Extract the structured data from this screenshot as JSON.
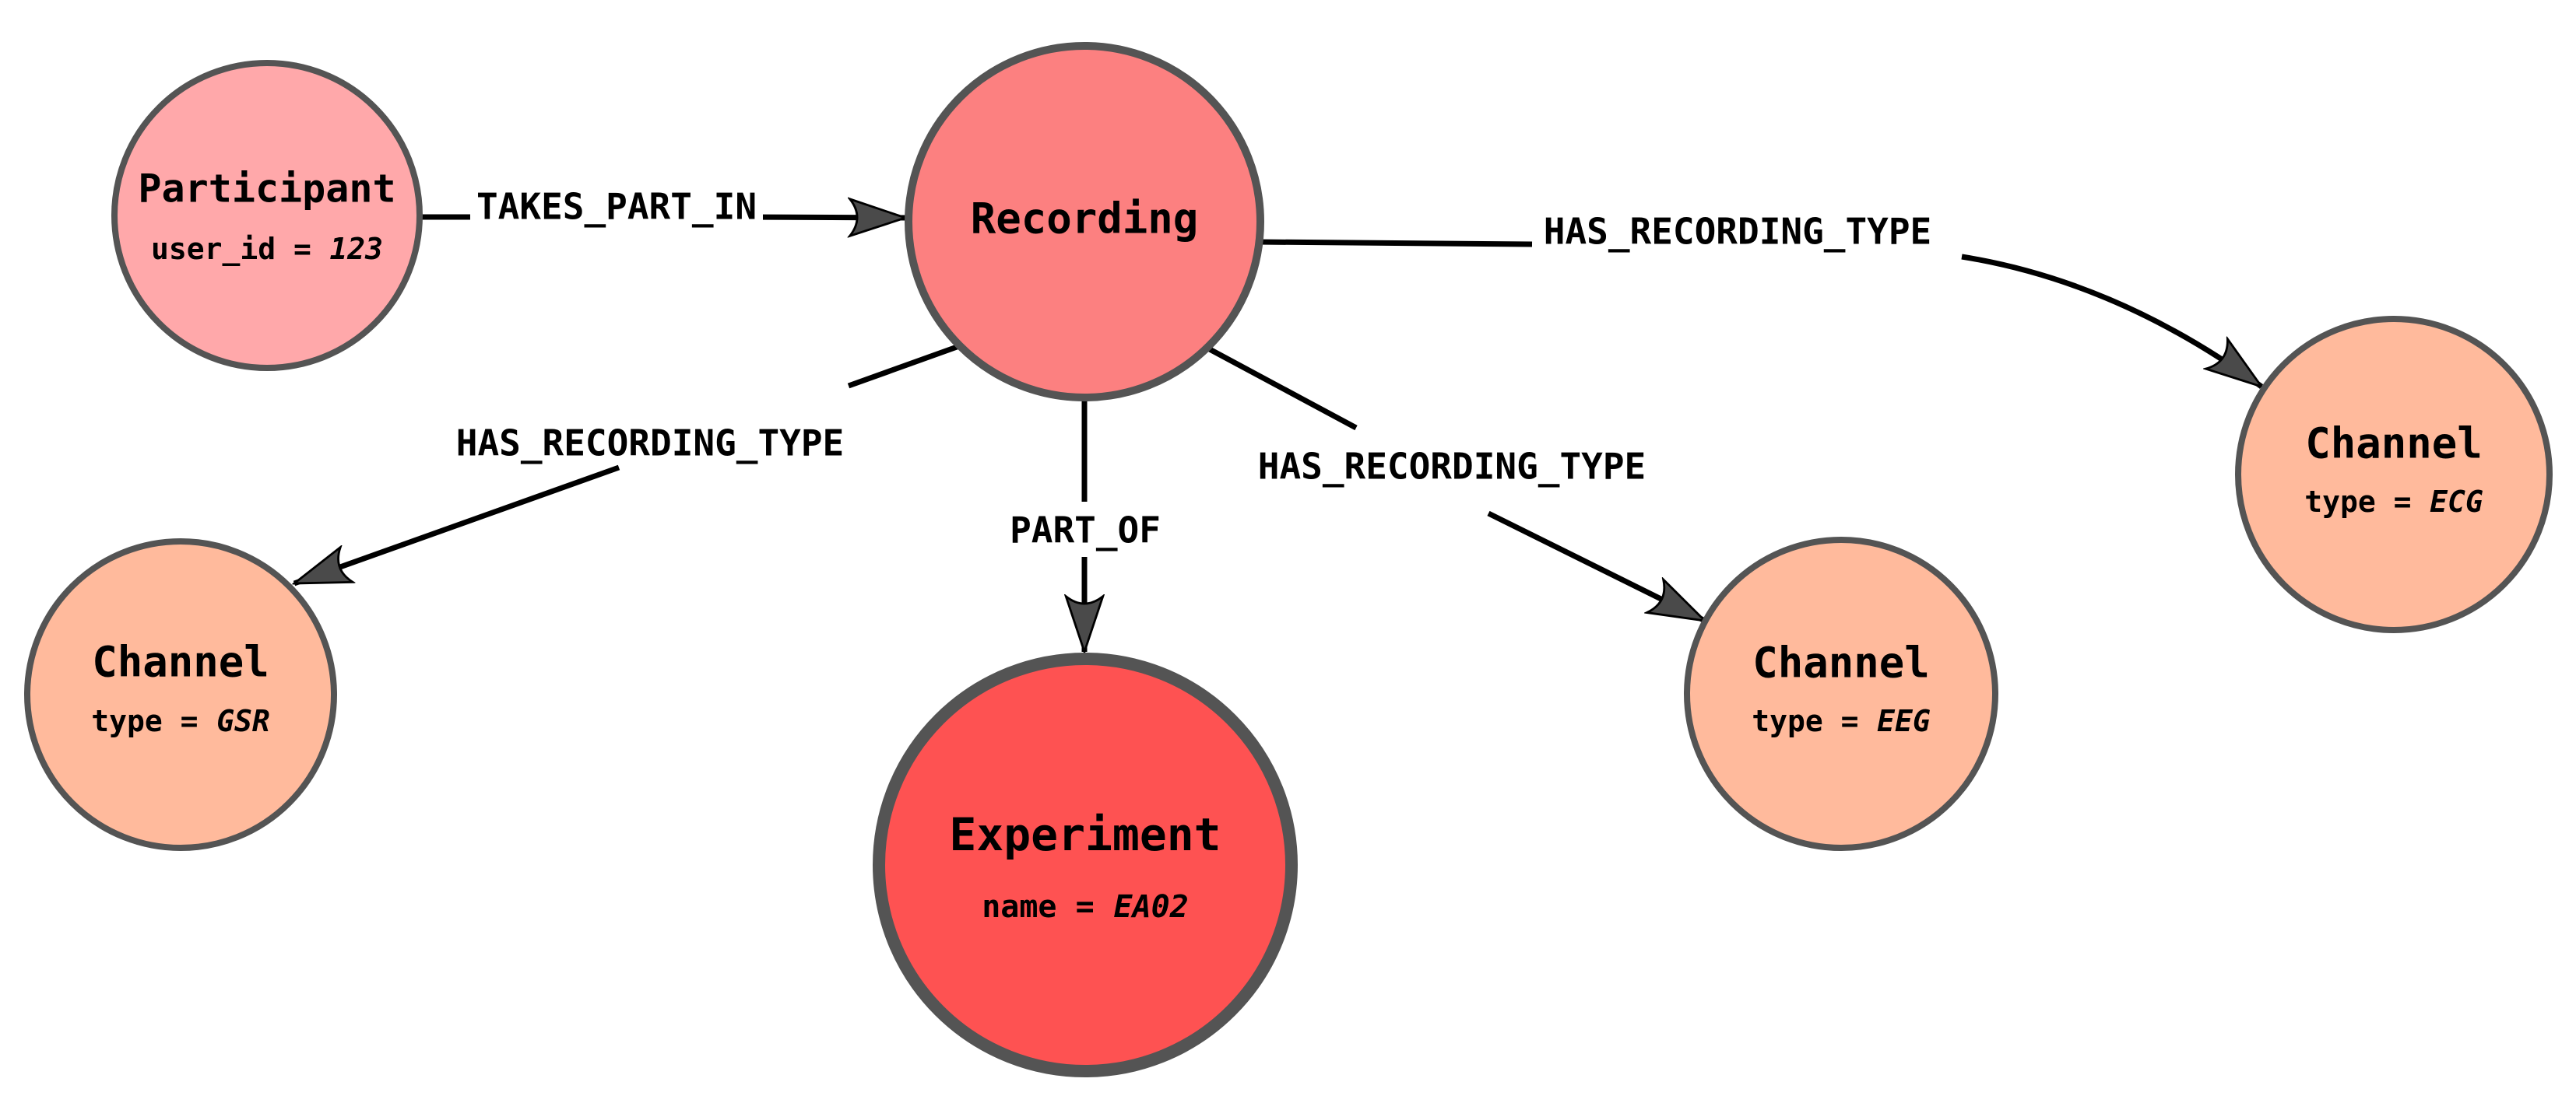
{
  "diagram": {
    "background_color": "#ffffff",
    "node_border_color": "#545454",
    "edge_color": "#000000",
    "arrowhead_color": "#4a4a4a",
    "nodes": [
      {
        "id": "participant",
        "label": "Participant",
        "prop_key": "user_id =",
        "prop_value": "123",
        "fill": "#ffa8aa"
      },
      {
        "id": "recording",
        "label": "Recording",
        "prop_key": "",
        "prop_value": "",
        "fill": "#fc8080"
      },
      {
        "id": "channel-gsr",
        "label": "Channel",
        "prop_key": "type =",
        "prop_value": "GSR",
        "fill": "#ffba9c"
      },
      {
        "id": "experiment",
        "label": "Experiment",
        "prop_key": "name =",
        "prop_value": "EA02",
        "fill": "#fe5252"
      },
      {
        "id": "channel-eeg",
        "label": "Channel",
        "prop_key": "type =",
        "prop_value": "EEG",
        "fill": "#ffba9c"
      },
      {
        "id": "channel-ecg",
        "label": "Channel",
        "prop_key": "type =",
        "prop_value": "ECG",
        "fill": "#ffba9c"
      }
    ],
    "edges": [
      {
        "id": "takes-part-in",
        "label": "TAKES_PART_IN",
        "from": "Participant",
        "to": "Recording"
      },
      {
        "id": "part-of",
        "label": "PART_OF",
        "from": "Recording",
        "to": "Experiment"
      },
      {
        "id": "has-recording-type-gsr",
        "label": "HAS_RECORDING_TYPE",
        "from": "Recording",
        "to": "Channel (GSR)"
      },
      {
        "id": "has-recording-type-eeg",
        "label": "HAS_RECORDING_TYPE",
        "from": "Recording",
        "to": "Channel (EEG)"
      },
      {
        "id": "has-recording-type-ecg",
        "label": "HAS_RECORDING_TYPE",
        "from": "Recording",
        "to": "Channel (ECG)"
      }
    ]
  }
}
